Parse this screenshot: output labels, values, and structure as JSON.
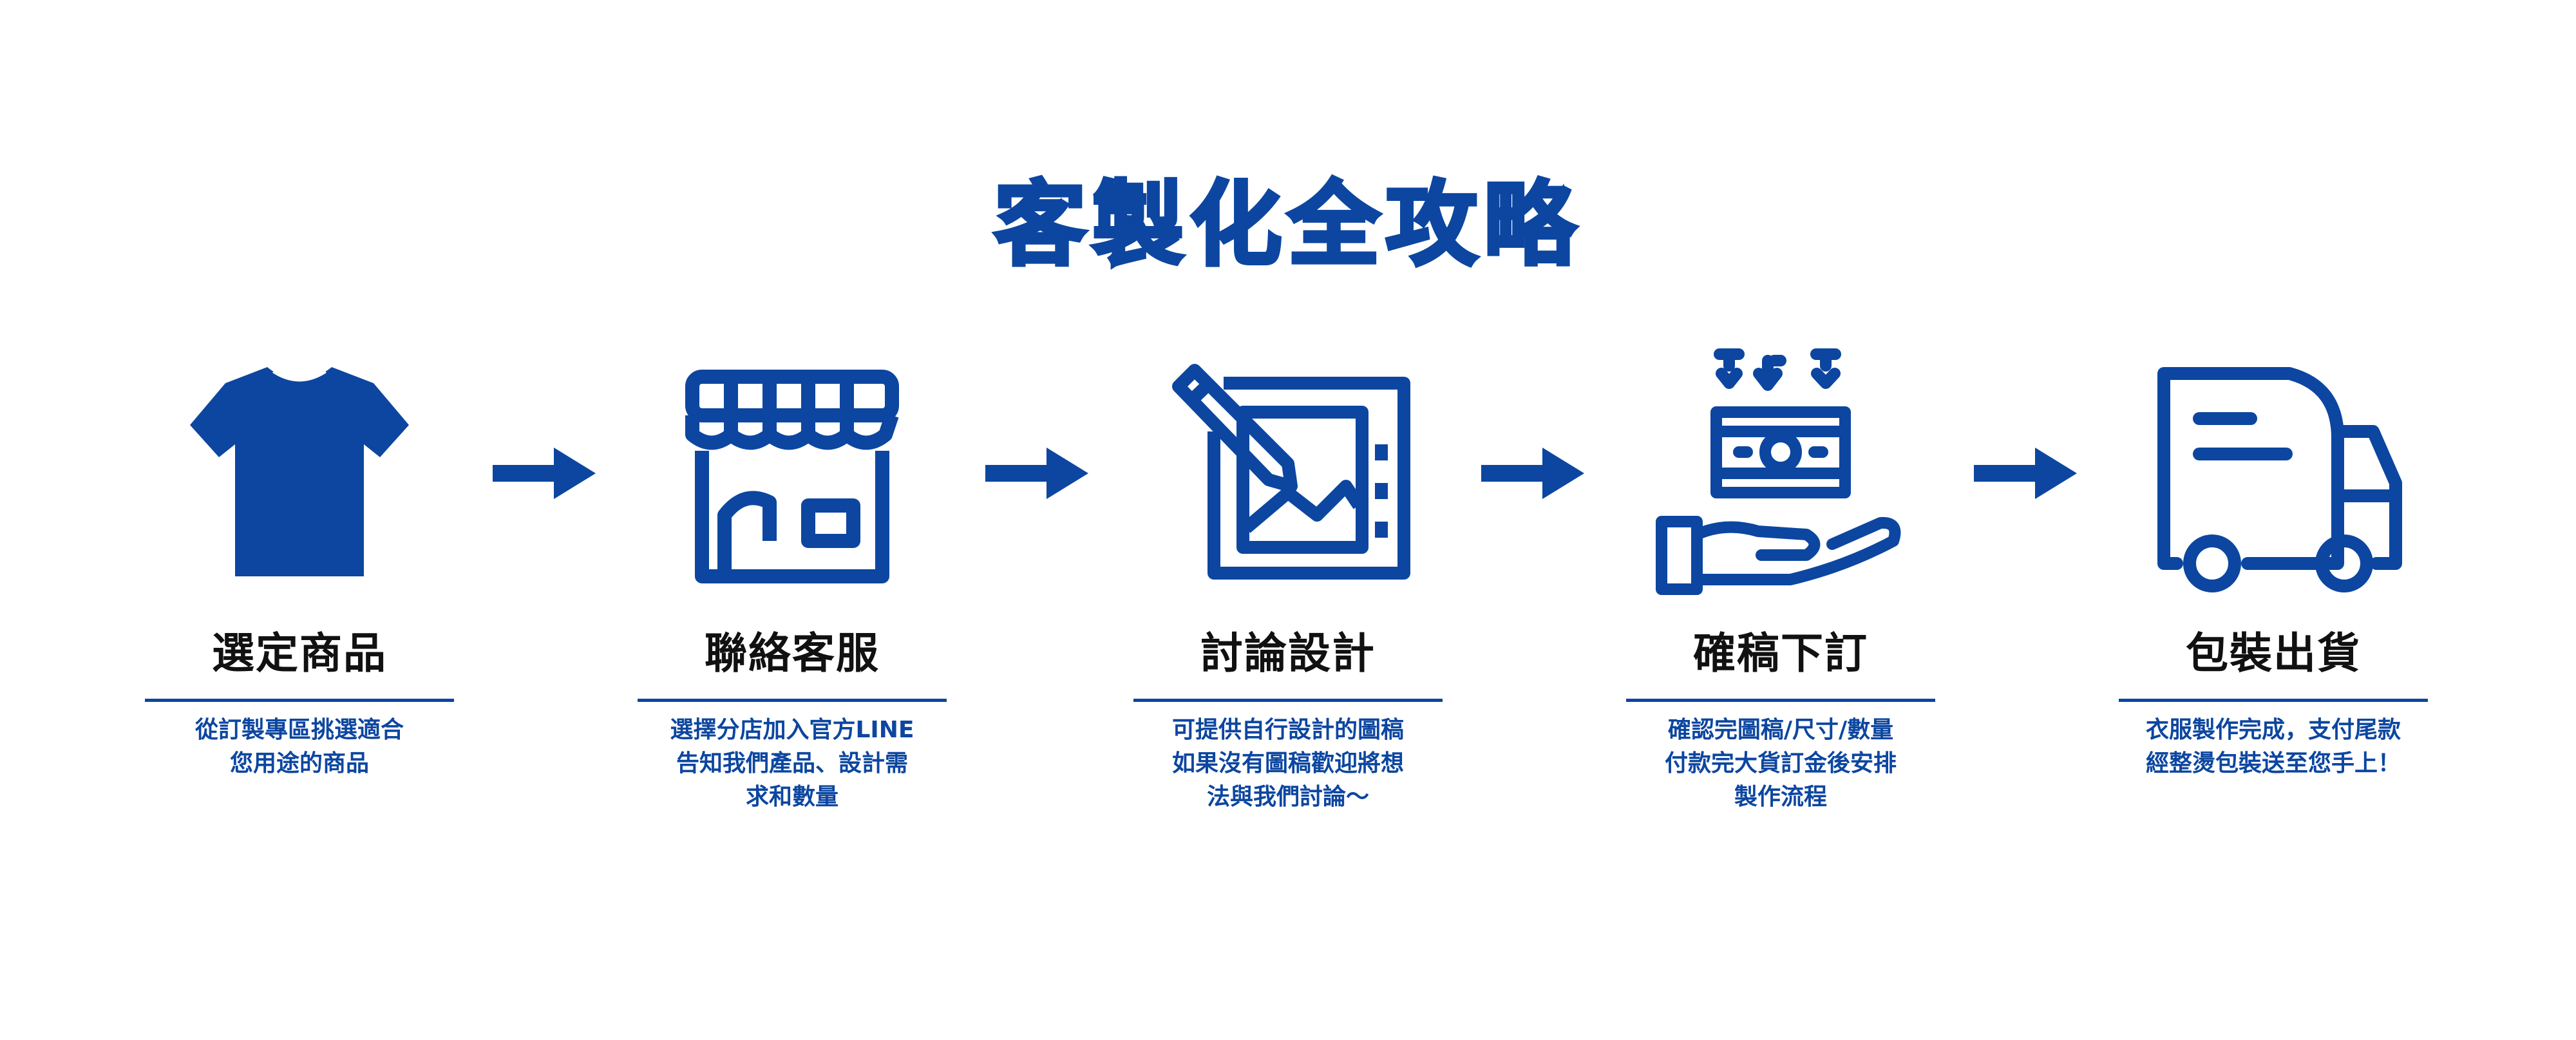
{
  "title": "客製化全攻略",
  "accent_color": "#0c46a0",
  "steps": [
    {
      "icon": "t-shirt-icon",
      "label": "選定商品",
      "desc": [
        "從訂製專區挑選適合",
        "您用途的商品"
      ]
    },
    {
      "icon": "storefront-icon",
      "label": "聯絡客服",
      "desc": [
        "選擇分店加入官方LINE",
        "告知我們產品、設計需",
        "求和數量"
      ]
    },
    {
      "icon": "drawing-tablet-icon",
      "label": "討論設計",
      "desc": [
        "可提供自行設計的圖稿",
        "如果沒有圖稿歡迎將想",
        "法與我們討論～"
      ]
    },
    {
      "icon": "payment-hand-icon",
      "label": "確稿下訂",
      "desc": [
        "確認完圖稿/尺寸/數量",
        "付款完大貨訂金後安排",
        "製作流程"
      ]
    },
    {
      "icon": "delivery-truck-icon",
      "label": "包裝出貨",
      "desc": [
        "衣服製作完成，支付尾款",
        "經整燙包裝送至您手上！"
      ]
    }
  ]
}
